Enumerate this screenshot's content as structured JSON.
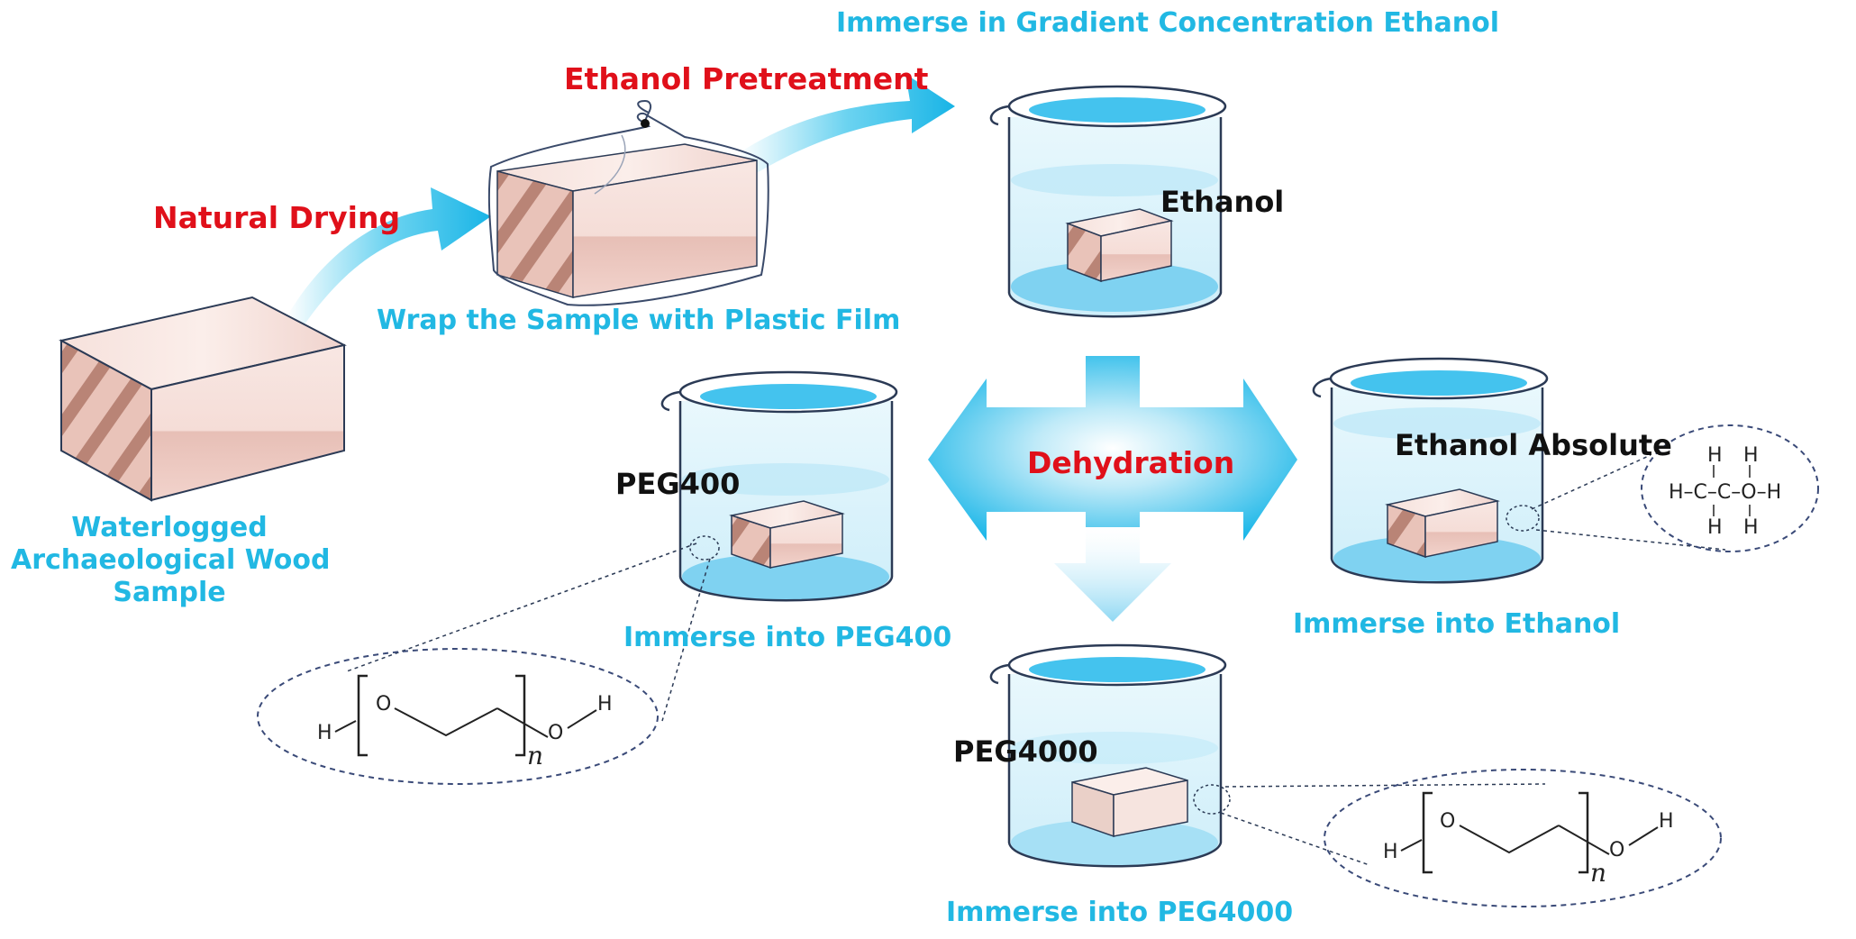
{
  "labels": {
    "gradient_title": "Immerse in Gradient Concentration Ethanol",
    "ethanol_pretreatment": "Ethanol Pretreatment",
    "natural_drying": "Natural Drying",
    "wrap_sample": "Wrap the Sample with Plastic Film",
    "wood_sample_line1": "Waterlogged",
    "wood_sample_line2": "Archaeological Wood",
    "wood_sample_line3": "Sample",
    "beaker_ethanol": "Ethanol",
    "beaker_peg400": "PEG400",
    "beaker_ethanol_absolute": "Ethanol Absolute",
    "beaker_peg4000": "PEG4000",
    "dehydration": "Dehydration",
    "immerse_peg400": "Immerse into PEG400",
    "immerse_ethanol": "Immerse into Ethanol",
    "immerse_peg4000": "Immerse into PEG4000"
  },
  "chem": {
    "h": "H",
    "c": "C",
    "o": "O",
    "n": "n",
    "ethanol_formula_row": "H–C–C–O–H"
  },
  "colors": {
    "cyan_label": "#21b8e3",
    "red_label": "#e0101a",
    "beaker_liquid": "#8fd8f3",
    "arrow": "#2cc0ea",
    "wood_stripe": "#b98476",
    "wood_light": "#f3d9d4"
  }
}
